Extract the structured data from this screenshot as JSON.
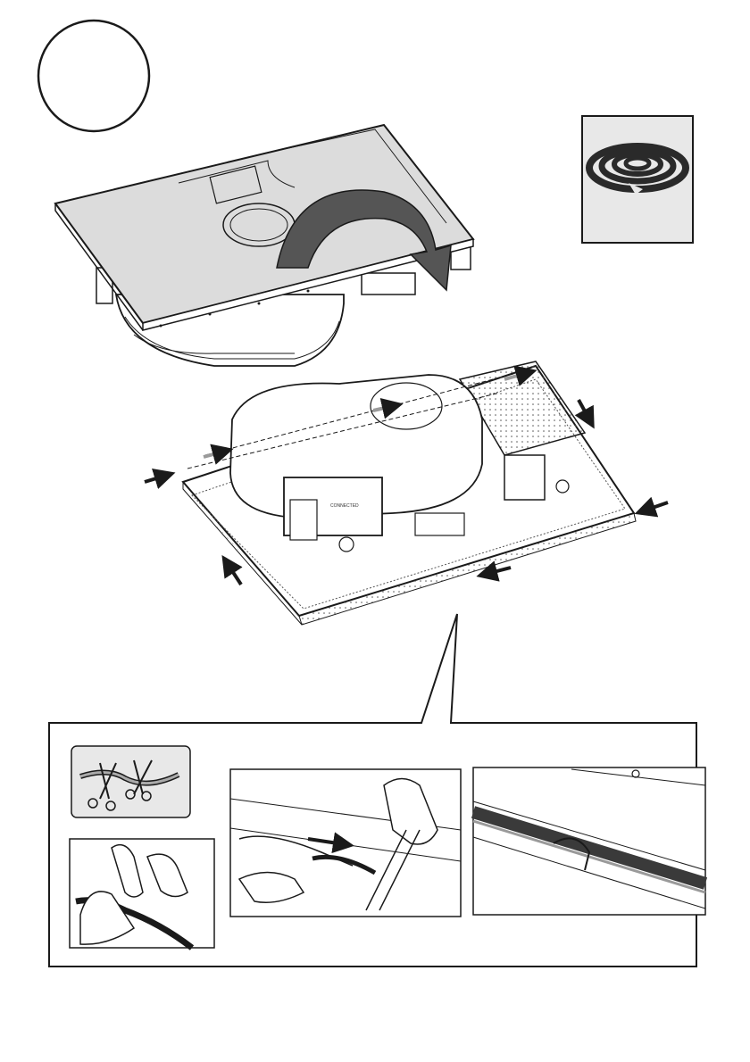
{
  "step": {
    "number": ""
  },
  "parts": {
    "gasket_roll": {
      "icon": "sealing-tape-roll-icon"
    },
    "scissors": {
      "icon": "scissors-icon"
    },
    "panels": [
      {
        "name": "press-gasket-by-hand",
        "icon": "hand-icon"
      },
      {
        "name": "apply-gasket-along-edge",
        "icon": "hand-icon"
      },
      {
        "name": "gasket-joint-closeup",
        "icon": "gasket-icon"
      }
    ]
  },
  "unit": {
    "tiny_label": "CONNECTED"
  },
  "colors": {
    "line": "#1a1a1a",
    "panel_fill": "#e8e8e8",
    "hob_fill": "#dcdcdc",
    "gasket": "#3a3a3a",
    "arrow": "#1a1a1a",
    "arrow_dashed": "#9a9a9a"
  }
}
